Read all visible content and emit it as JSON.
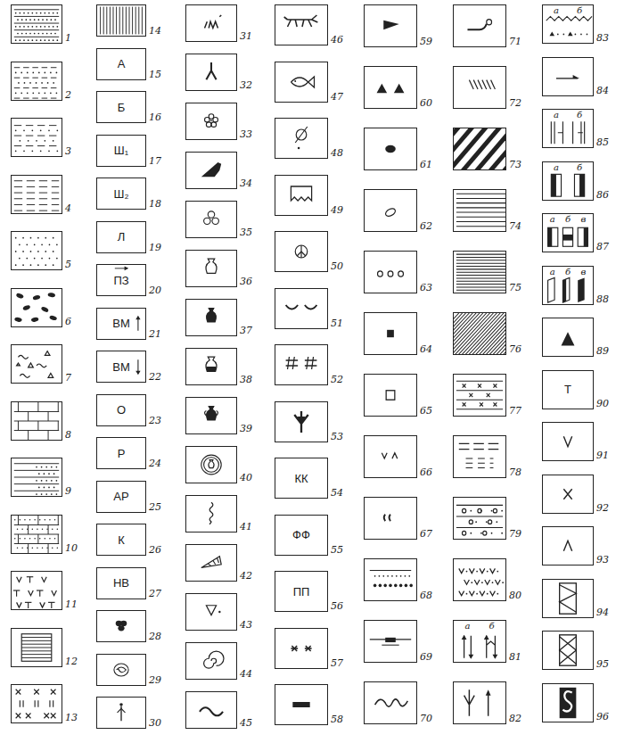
{
  "diagram": {
    "nodes": [
      {
        "text": [
          "1"
        ]
      },
      {
        "text": [
          "2"
        ]
      },
      {
        "text": [
          "3"
        ]
      },
      {
        "text": [
          "4"
        ]
      },
      {
        "text": [
          "5"
        ]
      },
      {
        "text": [
          "6"
        ]
      },
      {
        "text": [
          "7"
        ]
      },
      {
        "text": [
          "8"
        ]
      },
      {
        "text": [
          "9"
        ]
      },
      {
        "text": [
          "10"
        ]
      },
      {
        "text": [
          "11"
        ]
      },
      {
        "text": [
          "12"
        ]
      },
      {
        "text": [
          "13"
        ]
      },
      {
        "text": [
          "14"
        ]
      },
      {
        "text": [
          "А",
          "15"
        ]
      },
      {
        "text": [
          "Б",
          "16"
        ]
      },
      {
        "text": [
          "Ш₁",
          "17"
        ]
      },
      {
        "text": [
          "Ш₂",
          "18"
        ]
      },
      {
        "text": [
          "Л",
          "19"
        ]
      },
      {
        "text": [
          "ПЗ",
          "20"
        ]
      },
      {
        "text": [
          "ВМ",
          "21"
        ]
      },
      {
        "text": [
          "ВМ",
          "22"
        ]
      },
      {
        "text": [
          "О",
          "23"
        ]
      },
      {
        "text": [
          "Р",
          "24"
        ]
      },
      {
        "text": [
          "АР",
          "25"
        ]
      },
      {
        "text": [
          "К",
          "26"
        ]
      },
      {
        "text": [
          "НВ",
          "27"
        ]
      },
      {
        "text": [
          "28"
        ]
      },
      {
        "text": [
          "29"
        ]
      },
      {
        "text": [
          "30"
        ]
      },
      {
        "text": [
          "31"
        ]
      },
      {
        "text": [
          "32"
        ]
      },
      {
        "text": [
          "33"
        ]
      },
      {
        "text": [
          "34"
        ]
      },
      {
        "text": [
          "35"
        ]
      },
      {
        "text": [
          "36"
        ]
      },
      {
        "text": [
          "37"
        ]
      },
      {
        "text": [
          "38"
        ]
      },
      {
        "text": [
          "39"
        ]
      },
      {
        "text": [
          "40"
        ]
      },
      {
        "text": [
          "41"
        ]
      },
      {
        "text": [
          "42"
        ]
      },
      {
        "text": [
          "43"
        ]
      },
      {
        "text": [
          "44"
        ]
      },
      {
        "text": [
          "45"
        ]
      },
      {
        "text": [
          "46"
        ]
      },
      {
        "text": [
          "47"
        ]
      },
      {
        "text": [
          "48"
        ]
      },
      {
        "text": [
          "49"
        ]
      },
      {
        "text": [
          "50"
        ]
      },
      {
        "text": [
          "51"
        ]
      },
      {
        "text": [
          "52"
        ]
      },
      {
        "text": [
          "53"
        ]
      },
      {
        "text": [
          "КК",
          "54"
        ]
      },
      {
        "text": [
          "ФФ",
          "55"
        ]
      },
      {
        "text": [
          "ПП",
          "56"
        ]
      },
      {
        "text": [
          "57"
        ]
      },
      {
        "text": [
          "58"
        ]
      },
      {
        "text": [
          "59"
        ]
      },
      {
        "text": [
          "60"
        ]
      },
      {
        "text": [
          "61"
        ]
      },
      {
        "text": [
          "62"
        ]
      },
      {
        "text": [
          "63"
        ]
      },
      {
        "text": [
          "64"
        ]
      },
      {
        "text": [
          "65"
        ]
      },
      {
        "text": [
          "66"
        ]
      },
      {
        "text": [
          "67"
        ]
      },
      {
        "text": [
          "68"
        ]
      },
      {
        "text": [
          "69"
        ]
      },
      {
        "text": [
          "70"
        ]
      },
      {
        "text": [
          "71"
        ]
      },
      {
        "text": [
          "72"
        ]
      },
      {
        "text": [
          "73"
        ]
      },
      {
        "text": [
          "74"
        ]
      },
      {
        "text": [
          "75"
        ]
      },
      {
        "text": [
          "76"
        ]
      },
      {
        "text": [
          "77"
        ]
      },
      {
        "text": [
          "78"
        ]
      },
      {
        "text": [
          "79"
        ]
      },
      {
        "text": [
          "80"
        ]
      },
      {
        "text": [
          "а",
          "б",
          "81"
        ]
      },
      {
        "text": [
          "82"
        ]
      },
      {
        "text": [
          "а",
          "б",
          "83"
        ]
      },
      {
        "text": [
          "84"
        ]
      },
      {
        "text": [
          "а",
          "б",
          "85"
        ]
      },
      {
        "text": [
          "а",
          "б",
          "86"
        ]
      },
      {
        "text": [
          "а",
          "б",
          "в",
          "87"
        ]
      },
      {
        "text": [
          "а",
          "б",
          "в",
          "88"
        ]
      },
      {
        "text": [
          "89"
        ]
      },
      {
        "text": [
          "Т",
          "90"
        ]
      },
      {
        "text": [
          "91"
        ]
      },
      {
        "text": [
          "92"
        ]
      },
      {
        "text": [
          "93"
        ]
      },
      {
        "text": [
          "94"
        ]
      },
      {
        "text": [
          "95"
        ]
      },
      {
        "text": [
          "96"
        ]
      }
    ]
  }
}
